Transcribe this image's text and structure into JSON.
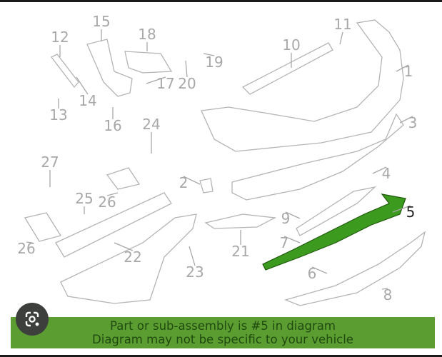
{
  "diagram": {
    "callouts": [
      "1",
      "2",
      "3",
      "4",
      "5",
      "6",
      "7",
      "8",
      "9",
      "10",
      "11",
      "12",
      "13",
      "14",
      "15",
      "16",
      "17",
      "18",
      "19",
      "20",
      "21",
      "22",
      "23",
      "24",
      "25",
      "26",
      "26",
      "27"
    ],
    "highlighted_part": "5",
    "highlight_color": "#3c9a1e",
    "line_color": "#b4b4b4"
  },
  "banner": {
    "line1": "Part or sub-assembly is #5 in diagram",
    "line2": "Diagram may not be specific to your vehicle",
    "color": "#5c9d31"
  },
  "lens_button": {
    "icon": "google-lens-icon"
  }
}
